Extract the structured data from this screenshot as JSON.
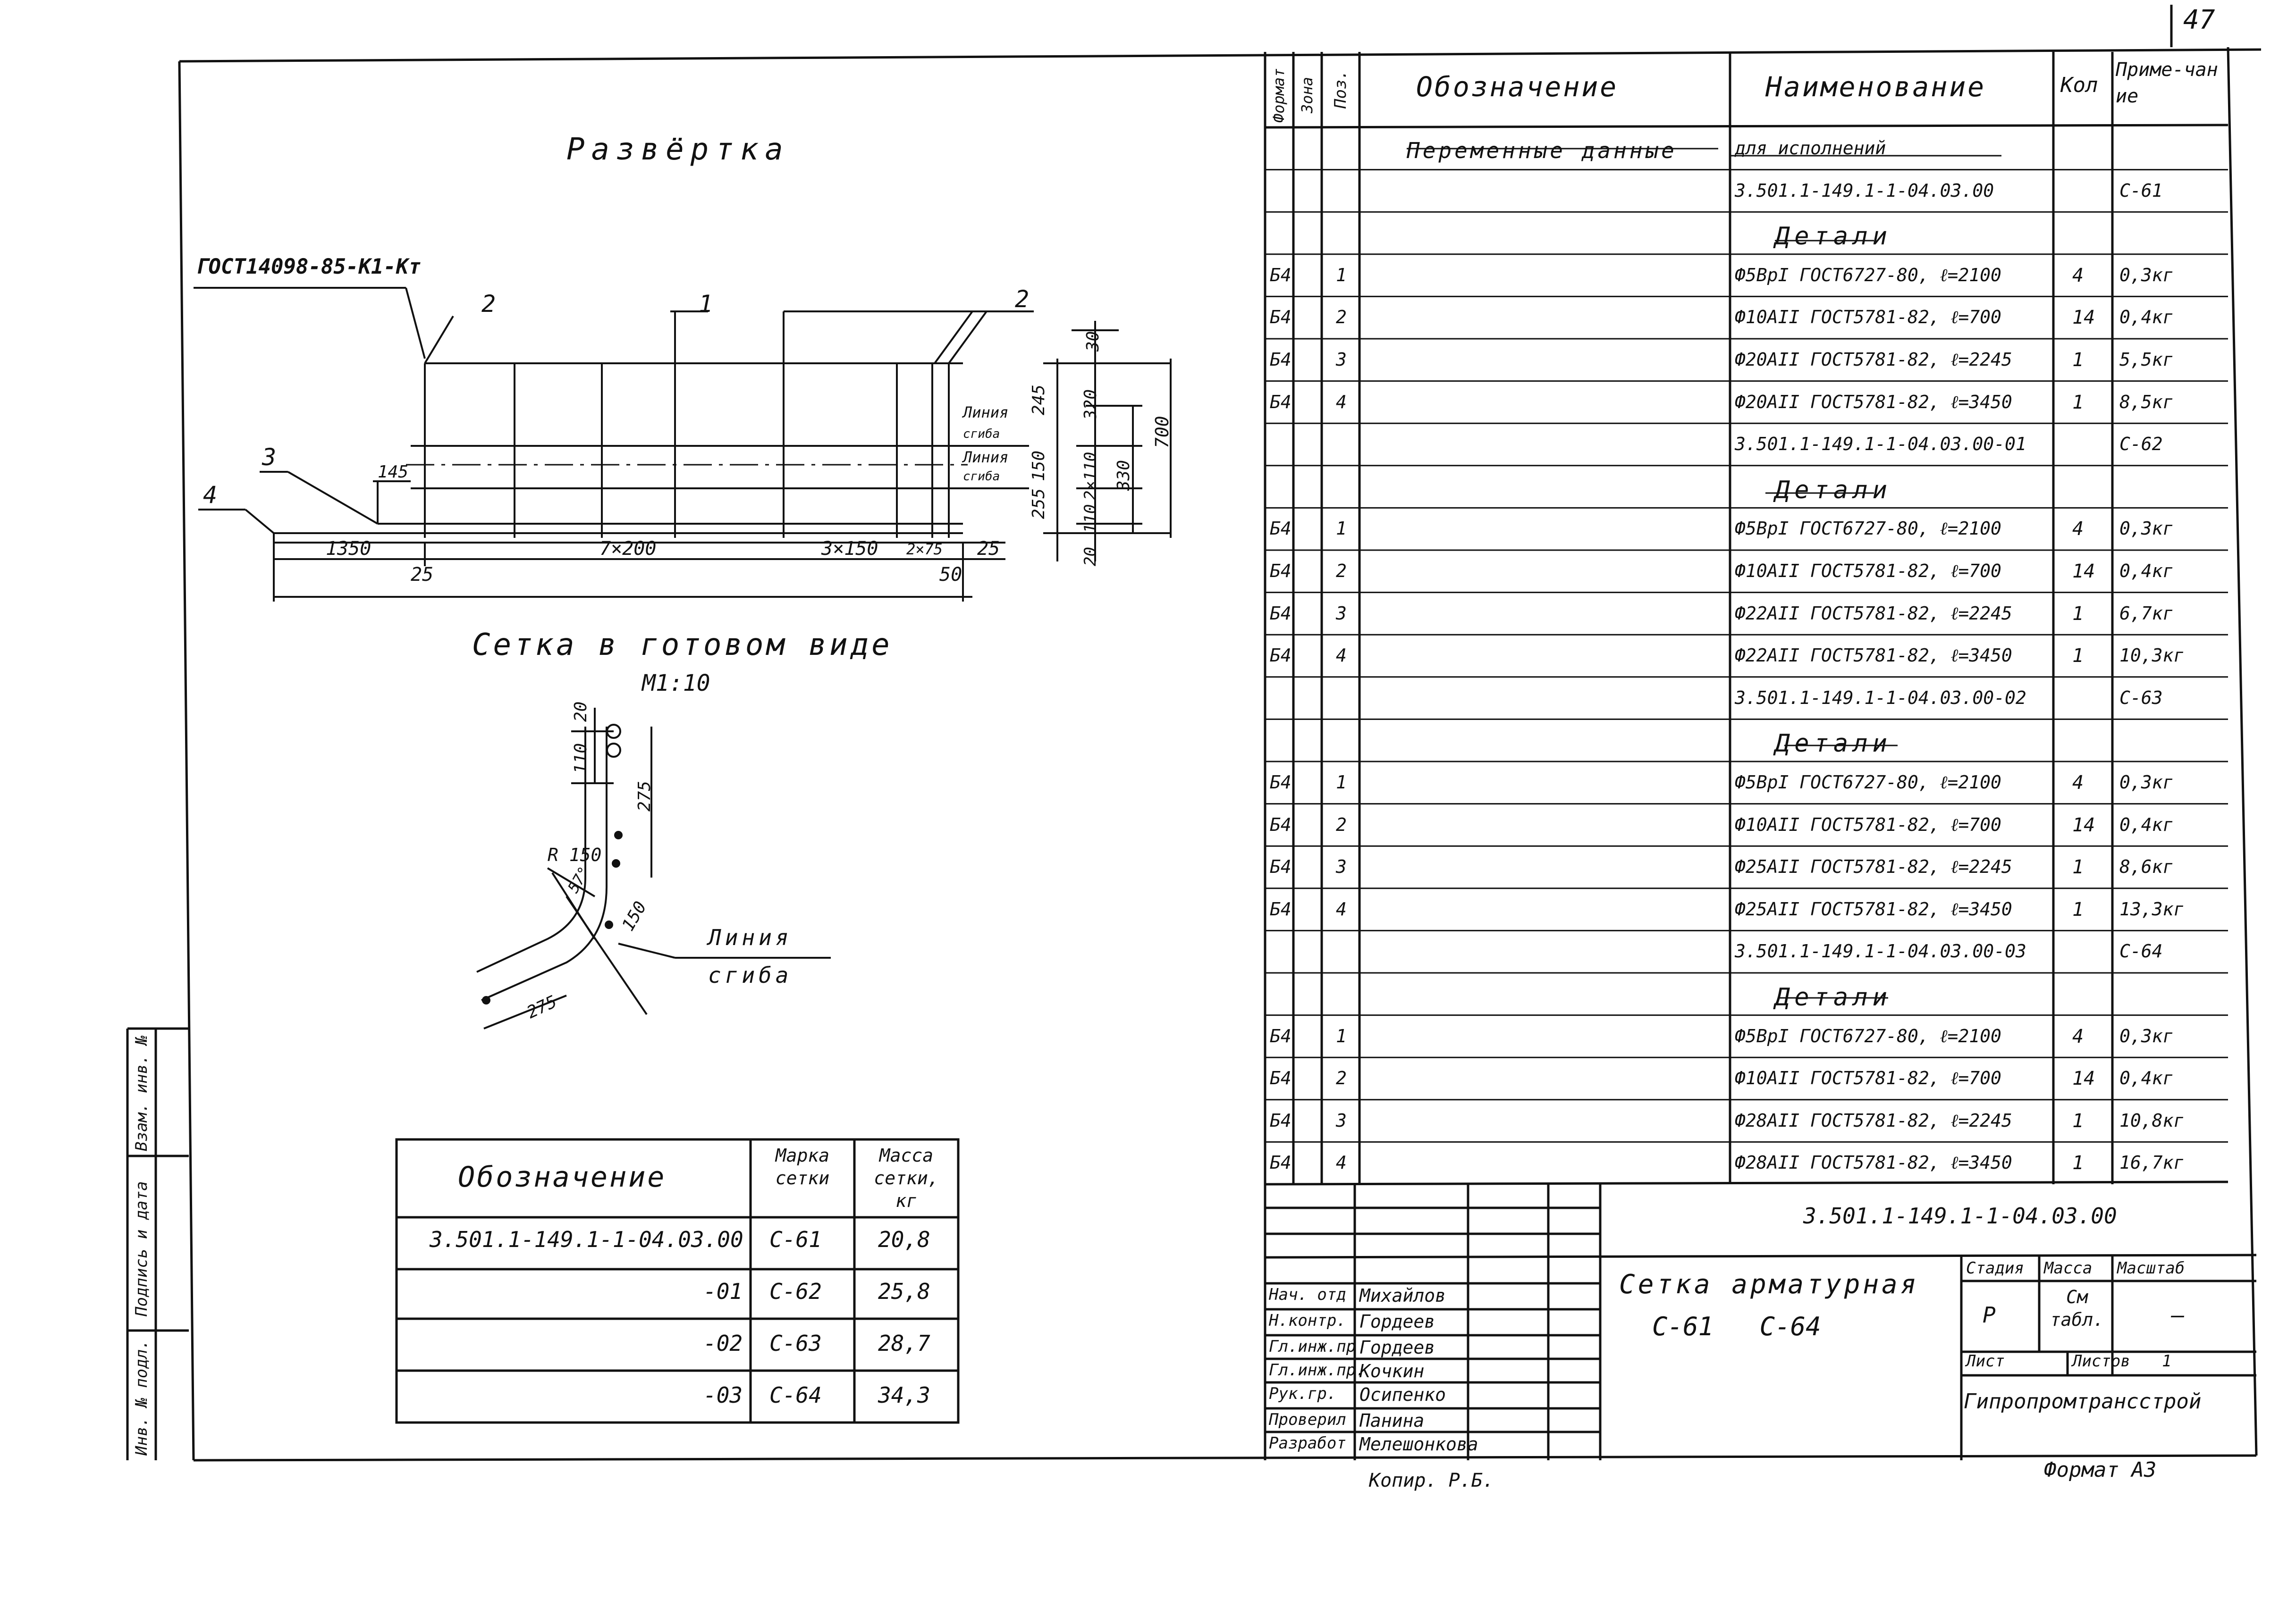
{
  "sheet_number": "47",
  "title_razvertka": "Развёртка",
  "gost_label": "ГОСТ14098-85-К1-Кт",
  "drawing": {
    "pos_labels": [
      "1",
      "2",
      "2",
      "3",
      "4"
    ],
    "line_labels": [
      "Линия",
      "сгиба",
      "Линия",
      "сгиба"
    ],
    "dims_bottom": [
      "1350",
      "7×200",
      "3×150",
      "2×75",
      "25",
      "25",
      "50"
    ],
    "dims_right": [
      "30",
      "245",
      "320",
      "150",
      "2×110",
      "330",
      "255",
      "110",
      "20",
      "700"
    ],
    "dim_145": "145"
  },
  "setka_title": "Сетка в готовом виде",
  "setka_scale": "М1:10",
  "bent": {
    "dims": [
      "20",
      "110",
      "275",
      "R 150",
      "57°",
      "150",
      "275"
    ],
    "line_label": [
      "Линия",
      "сгиба"
    ]
  },
  "small_table": {
    "headers": [
      "Обозначение",
      "Марка сетки",
      "Масса сетки, кг"
    ],
    "rows": [
      [
        "3.501.1-149.1-1-04.03.00",
        "С-61",
        "20,8"
      ],
      [
        "-01",
        "С-62",
        "25,8"
      ],
      [
        "-02",
        "С-63",
        "28,7"
      ],
      [
        "-03",
        "С-64",
        "34,3"
      ]
    ]
  },
  "side_stamp": [
    "Инв. № подл.",
    "Подпись и дата",
    "Взам. инв. №"
  ],
  "spec": {
    "headers": {
      "format": "Формат",
      "zone": "Зона",
      "pos": "Поз.",
      "oboz": "Обозначение",
      "name": "Наименование",
      "kol": "Кол",
      "prim": "Приме-чание"
    },
    "rows": [
      {
        "format": "",
        "pos": "",
        "oboz": "Переменные данные",
        "name": "для исполнений",
        "kol": "",
        "prim": ""
      },
      {
        "format": "",
        "pos": "",
        "oboz": "",
        "name": "3.501.1-149.1-1-04.03.00",
        "kol": "",
        "prim": "С-61"
      },
      {
        "format": "",
        "pos": "",
        "oboz": "",
        "name": "Детали",
        "kol": "",
        "prim": ""
      },
      {
        "format": "Б4",
        "pos": "1",
        "oboz": "",
        "name": "Ф5ВрI ГОСТ6727-80, ℓ=2100",
        "kol": "4",
        "prim": "0,3кг"
      },
      {
        "format": "Б4",
        "pos": "2",
        "oboz": "",
        "name": "Ф10АII ГОСТ5781-82, ℓ=700",
        "kol": "14",
        "prim": "0,4кг"
      },
      {
        "format": "Б4",
        "pos": "3",
        "oboz": "",
        "name": "Ф20АII ГОСТ5781-82, ℓ=2245",
        "kol": "1",
        "prim": "5,5кг"
      },
      {
        "format": "Б4",
        "pos": "4",
        "oboz": "",
        "name": "Ф20АII ГОСТ5781-82, ℓ=3450",
        "kol": "1",
        "prim": "8,5кг"
      },
      {
        "format": "",
        "pos": "",
        "oboz": "",
        "name": "3.501.1-149.1-1-04.03.00-01",
        "kol": "",
        "prim": "С-62"
      },
      {
        "format": "",
        "pos": "",
        "oboz": "",
        "name": "Детали",
        "kol": "",
        "prim": ""
      },
      {
        "format": "Б4",
        "pos": "1",
        "oboz": "",
        "name": "Ф5ВрI ГОСТ6727-80, ℓ=2100",
        "kol": "4",
        "prim": "0,3кг"
      },
      {
        "format": "Б4",
        "pos": "2",
        "oboz": "",
        "name": "Ф10АII ГОСТ5781-82, ℓ=700",
        "kol": "14",
        "prim": "0,4кг"
      },
      {
        "format": "Б4",
        "pos": "3",
        "oboz": "",
        "name": "Ф22АII ГОСТ5781-82, ℓ=2245",
        "kol": "1",
        "prim": "6,7кг"
      },
      {
        "format": "Б4",
        "pos": "4",
        "oboz": "",
        "name": "Ф22АII ГОСТ5781-82, ℓ=3450",
        "kol": "1",
        "prim": "10,3кг"
      },
      {
        "format": "",
        "pos": "",
        "oboz": "",
        "name": "3.501.1-149.1-1-04.03.00-02",
        "kol": "",
        "prim": "С-63"
      },
      {
        "format": "",
        "pos": "",
        "oboz": "",
        "name": "Детали",
        "kol": "",
        "prim": ""
      },
      {
        "format": "Б4",
        "pos": "1",
        "oboz": "",
        "name": "Ф5ВрI ГОСТ6727-80, ℓ=2100",
        "kol": "4",
        "prim": "0,3кг"
      },
      {
        "format": "Б4",
        "pos": "2",
        "oboz": "",
        "name": "Ф10АII ГОСТ5781-82, ℓ=700",
        "kol": "14",
        "prim": "0,4кг"
      },
      {
        "format": "Б4",
        "pos": "3",
        "oboz": "",
        "name": "Ф25АII ГОСТ5781-82, ℓ=2245",
        "kol": "1",
        "prim": "8,6кг"
      },
      {
        "format": "Б4",
        "pos": "4",
        "oboz": "",
        "name": "Ф25АII ГОСТ5781-82, ℓ=3450",
        "kol": "1",
        "prim": "13,3кг"
      },
      {
        "format": "",
        "pos": "",
        "oboz": "",
        "name": "3.501.1-149.1-1-04.03.00-03",
        "kol": "",
        "prim": "С-64"
      },
      {
        "format": "",
        "pos": "",
        "oboz": "",
        "name": "Детали",
        "kol": "",
        "prim": ""
      },
      {
        "format": "Б4",
        "pos": "1",
        "oboz": "",
        "name": "Ф5ВрI ГОСТ6727-80, ℓ=2100",
        "kol": "4",
        "prim": "0,3кг"
      },
      {
        "format": "Б4",
        "pos": "2",
        "oboz": "",
        "name": "Ф10АII ГОСТ5781-82, ℓ=700",
        "kol": "14",
        "prim": "0,4кг"
      },
      {
        "format": "Б4",
        "pos": "3",
        "oboz": "",
        "name": "Ф28АII ГОСТ5781-82, ℓ=2245",
        "kol": "1",
        "prim": "10,8кг"
      },
      {
        "format": "Б4",
        "pos": "4",
        "oboz": "",
        "name": "Ф28АII ГОСТ5781-82, ℓ=3450",
        "kol": "1",
        "prim": "16,7кг"
      }
    ]
  },
  "title_block": {
    "doc_code": "3.501.1-149.1-1-04.03.00",
    "name_line1": "Сетка арматурная",
    "name_line2": "С-61   С-64",
    "stage_h": "Стадия",
    "mass_h": "Масса",
    "scale_h": "Масштаб",
    "stage": "Р",
    "mass": "См табл.",
    "scale": "—",
    "sheet_h": "Лист",
    "sheets_h": "Листов",
    "sheets": "1",
    "org": "Гипропромтрансстрой",
    "people": [
      {
        "role": "Нач. отд",
        "name": "Михайлов"
      },
      {
        "role": "Н.контр.",
        "name": "Гордеев"
      },
      {
        "role": "Гл.инж.пр",
        "name": "Гордеев"
      },
      {
        "role": "Гл.инж.пр.",
        "name": "Кочкин"
      },
      {
        "role": "Рук.гр.",
        "name": "Осипенко"
      },
      {
        "role": "Проверил",
        "name": "Панина"
      },
      {
        "role": "Разработ",
        "name": "Мелешонкова"
      }
    ]
  },
  "footer_copy": "Копир. Р.Б.",
  "footer_format": "Формат А3"
}
